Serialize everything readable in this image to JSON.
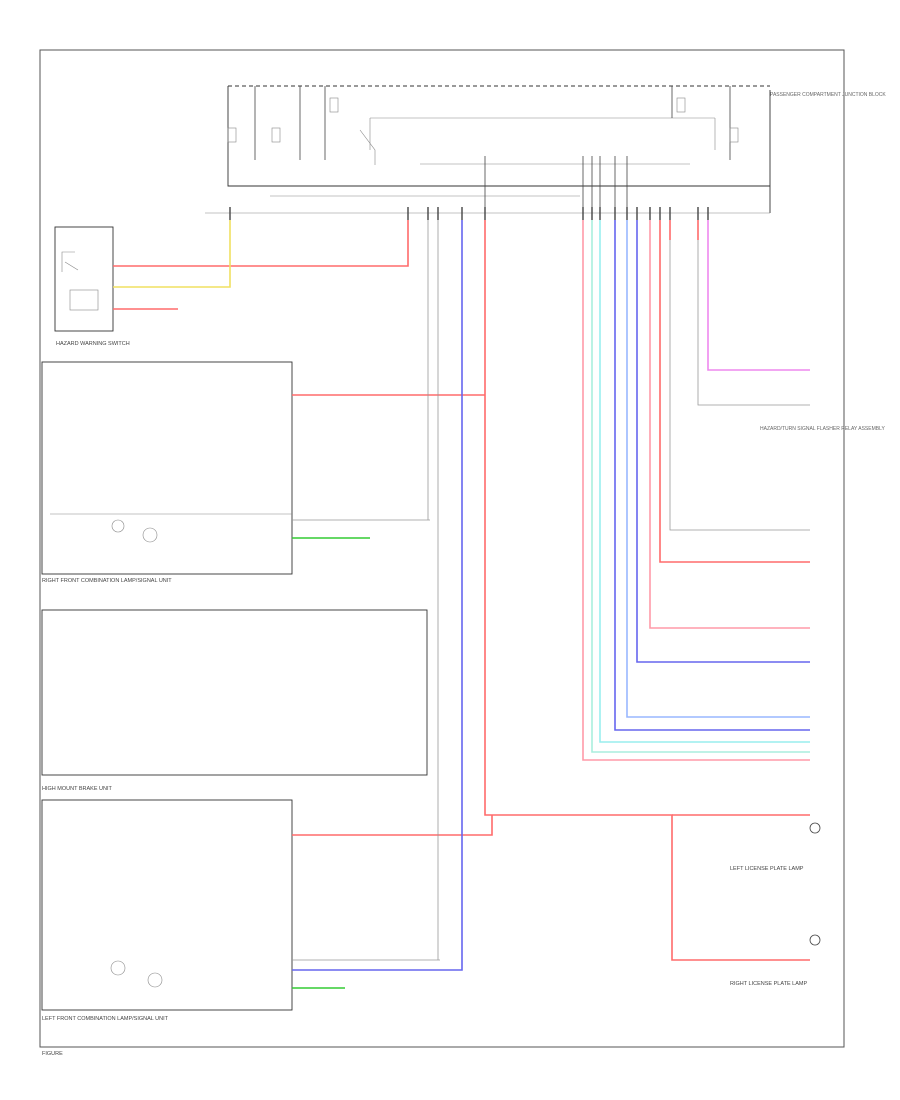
{
  "colors": {
    "red": "#ff6b6b",
    "pink": "#ff9aa8",
    "blue": "#6666ee",
    "light_blue": "#99b7ff",
    "cyan": "#99eeee",
    "green": "#33cc33",
    "yellow": "#f0e060",
    "violet": "#ee88ee",
    "gray": "#888888",
    "black": "#333333"
  },
  "labels": {
    "hazard_switch": "HAZARD WARNING SWITCH",
    "right_front_unit": "RIGHT FRONT COMBINATION LAMP/SIGNAL UNIT",
    "high_mount_unit": "HIGH MOUNT BRAKE UNIT",
    "left_front_unit": "LEFT FRONT COMBINATION LAMP/SIGNAL UNIT",
    "hazard_module": "HAZARD/TURN SIGNAL FLASHER RELAY ASSEMBLY",
    "junction_block": "PASSENGER COMPARTMENT JUNCTION BLOCK",
    "left_license": "LEFT LICENSE PLATE LAMP",
    "right_license": "RIGHT LICENSE PLATE LAMP",
    "footer": "FIGURE"
  }
}
